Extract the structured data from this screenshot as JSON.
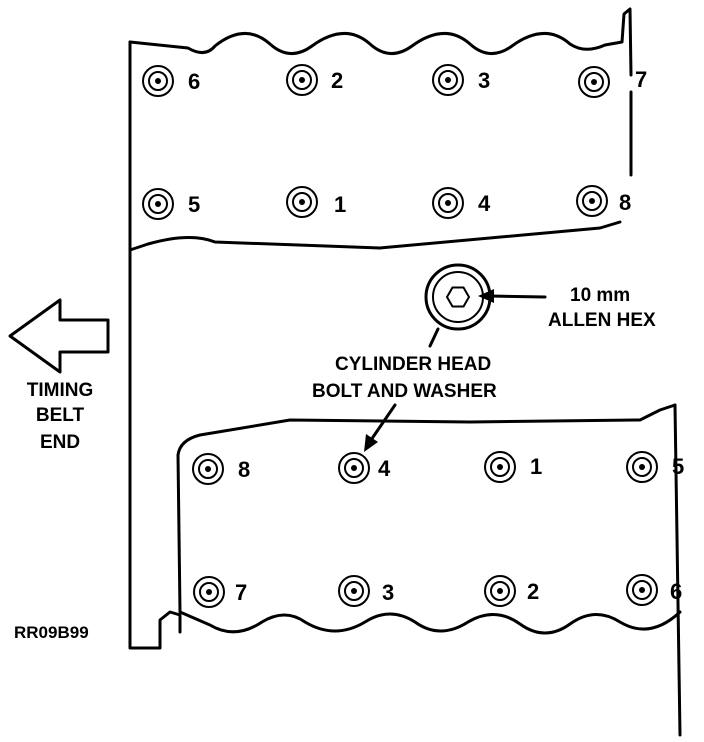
{
  "figure_id": "RR09B99",
  "timing_label": [
    "TIMING",
    "BELT",
    "END"
  ],
  "hex_label": [
    "10 mm",
    "ALLEN HEX"
  ],
  "bolt_label": [
    "CYLINDER HEAD",
    "BOLT AND WASHER"
  ],
  "upper_head": {
    "top_row": [
      "6",
      "2",
      "3",
      "7"
    ],
    "bottom_row": [
      "5",
      "1",
      "4",
      "8"
    ]
  },
  "lower_head": {
    "top_row": [
      "8",
      "4",
      "1",
      "5"
    ],
    "bottom_row": [
      "7",
      "3",
      "2",
      "6"
    ]
  }
}
